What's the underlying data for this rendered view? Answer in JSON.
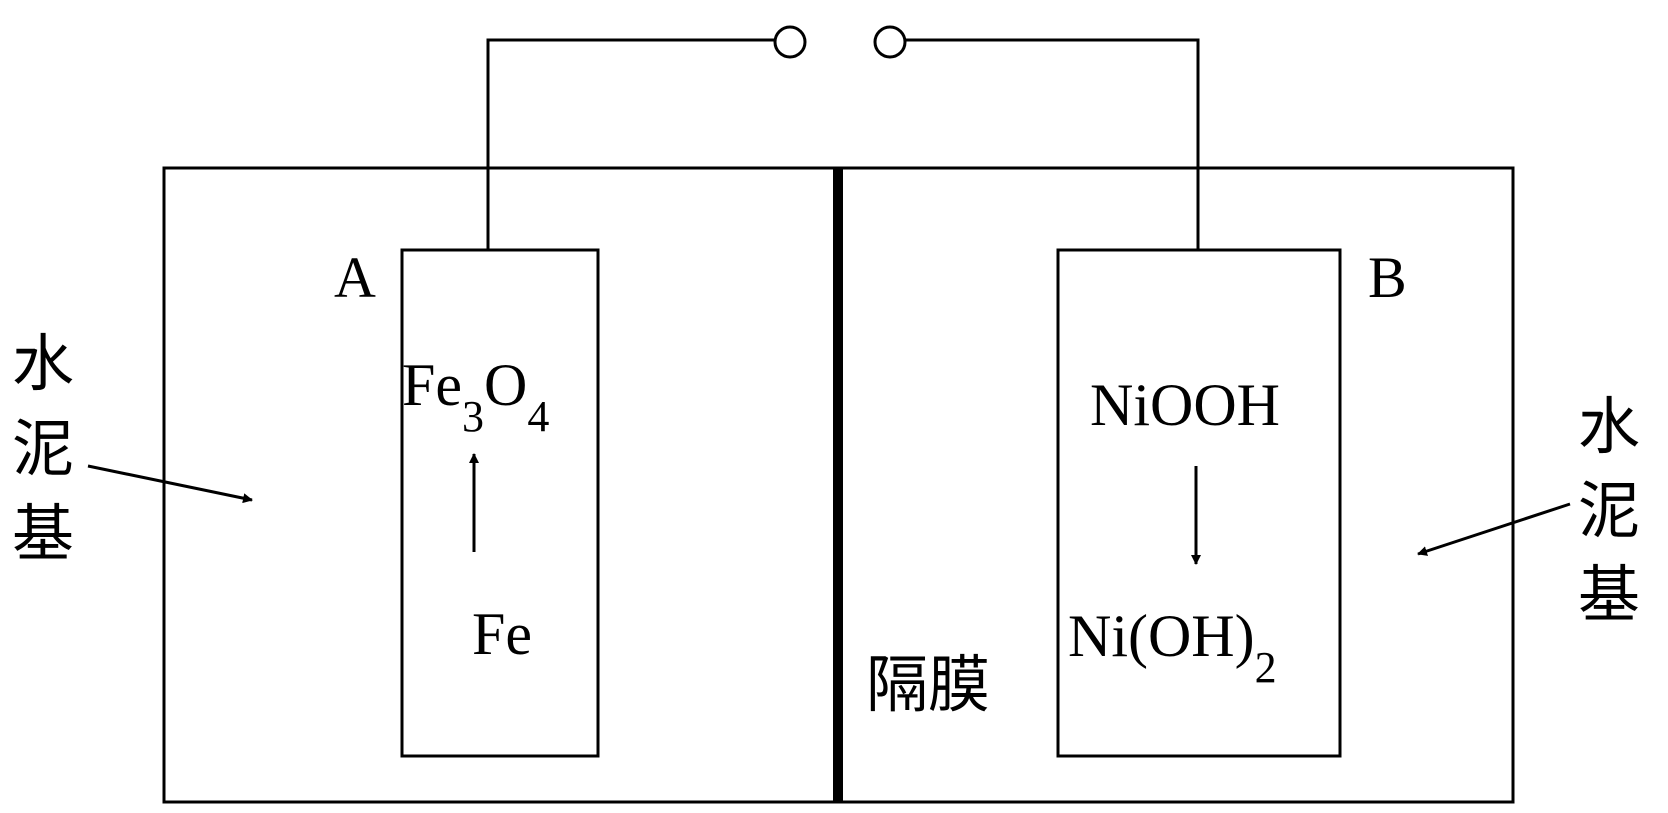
{
  "labels": {
    "electrode_a": "A",
    "electrode_b": "B",
    "left_top_species": "Fe",
    "left_top_sub1": "3",
    "left_top_o": "O",
    "left_top_sub2": "4",
    "left_bottom_species": "Fe",
    "right_top_species": "NiOOH",
    "right_bottom_species": "Ni(OH)",
    "right_bottom_sub": "2",
    "membrane": "隔膜",
    "cement_left": [
      "水",
      "泥",
      "基"
    ],
    "cement_right": [
      "水",
      "泥",
      "基"
    ]
  },
  "colors": {
    "stroke": "#000000",
    "background": "#ffffff"
  }
}
